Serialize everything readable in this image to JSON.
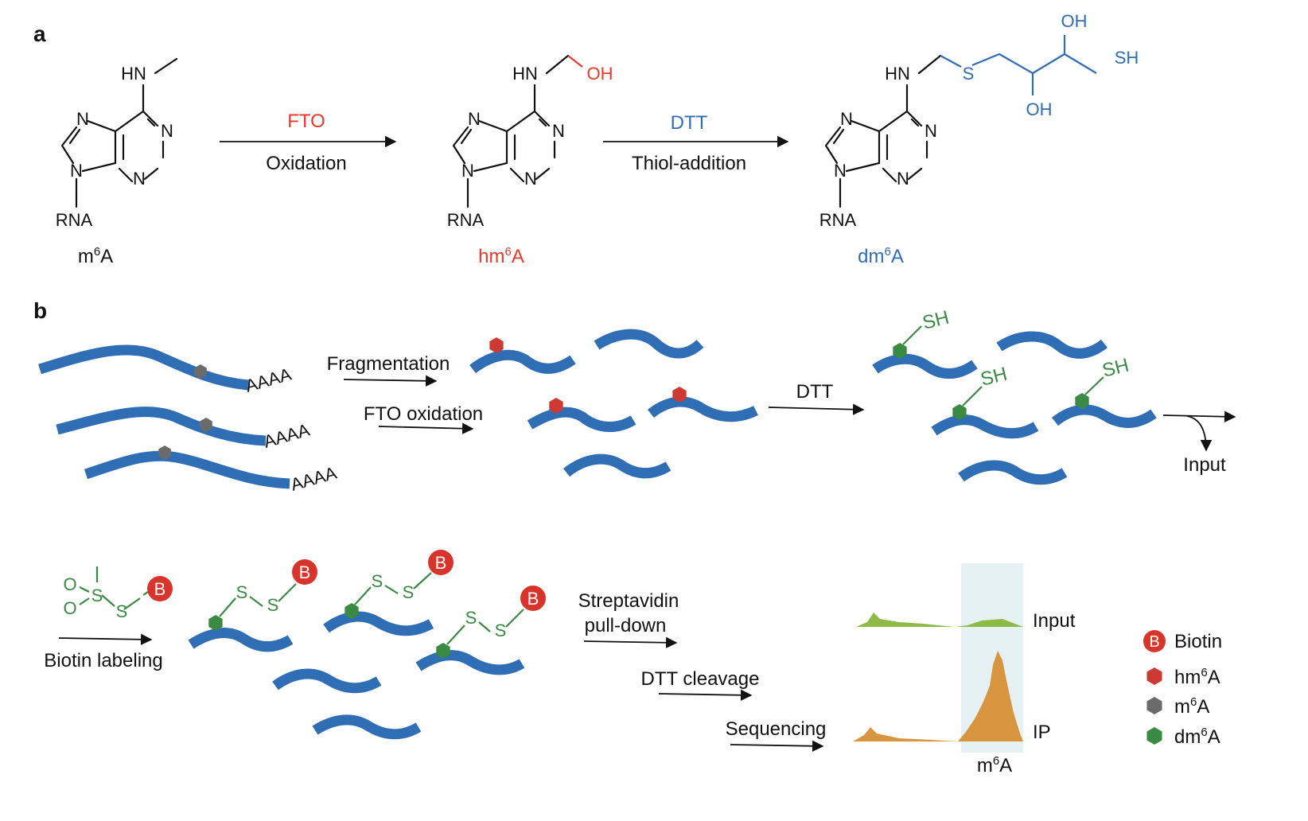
{
  "panel_a": {
    "label": "a",
    "mol1": {
      "name_main": "m",
      "name_sup": "6",
      "name_end": "A",
      "hn": "HN",
      "n1": "N",
      "n3": "N",
      "n7": "N",
      "n9": "N",
      "n_right": "N",
      "rna": "RNA"
    },
    "mol2": {
      "name_main": "hm",
      "name_sup": "6",
      "name_end": "A",
      "hn": "HN",
      "oh": "OH",
      "rna": "RNA",
      "n": "N"
    },
    "mol3": {
      "name_main": "dm",
      "name_sup": "6",
      "name_end": "A",
      "hn": "HN",
      "s": "S",
      "oh_top": "OH",
      "oh_bottom": "OH",
      "sh": "SH",
      "rna": "RNA",
      "n": "N"
    },
    "step1": {
      "above": "FTO",
      "below": "Oxidation"
    },
    "step2": {
      "above": "DTT",
      "below": "Thiol-addition"
    }
  },
  "panel_b": {
    "label": "b",
    "polyA": "AAAA",
    "fragmentation": "Fragmentation",
    "fto_oxidation": "FTO oxidation",
    "dtt": "DTT",
    "sh": "SH",
    "input_arrow": "Input",
    "biotin_labeling": "Biotin labeling",
    "reagent": {
      "o1": "O",
      "o2": "O",
      "s1": "S",
      "s2": "S",
      "b": "B"
    },
    "disulfide_s": "S",
    "biotin_b": "B",
    "streptavidin_line1": "Streptavidin",
    "streptavidin_line2": "pull-down",
    "dtt_cleavage": "DTT cleavage",
    "sequencing": "Sequencing",
    "track_input": "Input",
    "track_ip": "IP",
    "peak_label_main": "m",
    "peak_label_sup": "6",
    "peak_label_end": "A"
  },
  "legend": {
    "items": [
      {
        "main": "Biotin",
        "sup": "",
        "end": "",
        "symbol": "biotin-circle"
      },
      {
        "main": "hm",
        "sup": "6",
        "end": "A",
        "symbol": "hexagon"
      },
      {
        "main": "m",
        "sup": "6",
        "end": "A",
        "symbol": "hexagon"
      },
      {
        "main": "dm",
        "sup": "6",
        "end": "A",
        "symbol": "hexagon"
      }
    ],
    "biotin_letter": "B"
  },
  "colors": {
    "rna": "#2f6db5",
    "hm6A": "#cc3a33",
    "m6A": "#6b6b6b",
    "dm6A": "#3a8a43",
    "fto_red": "#e8392b",
    "dtt_blue": "#2f6db5",
    "thiol_green": "#3a8a43",
    "input_track": "#8dbb45",
    "ip_track": "#e0923a",
    "highlight": "#e6f1f3"
  }
}
